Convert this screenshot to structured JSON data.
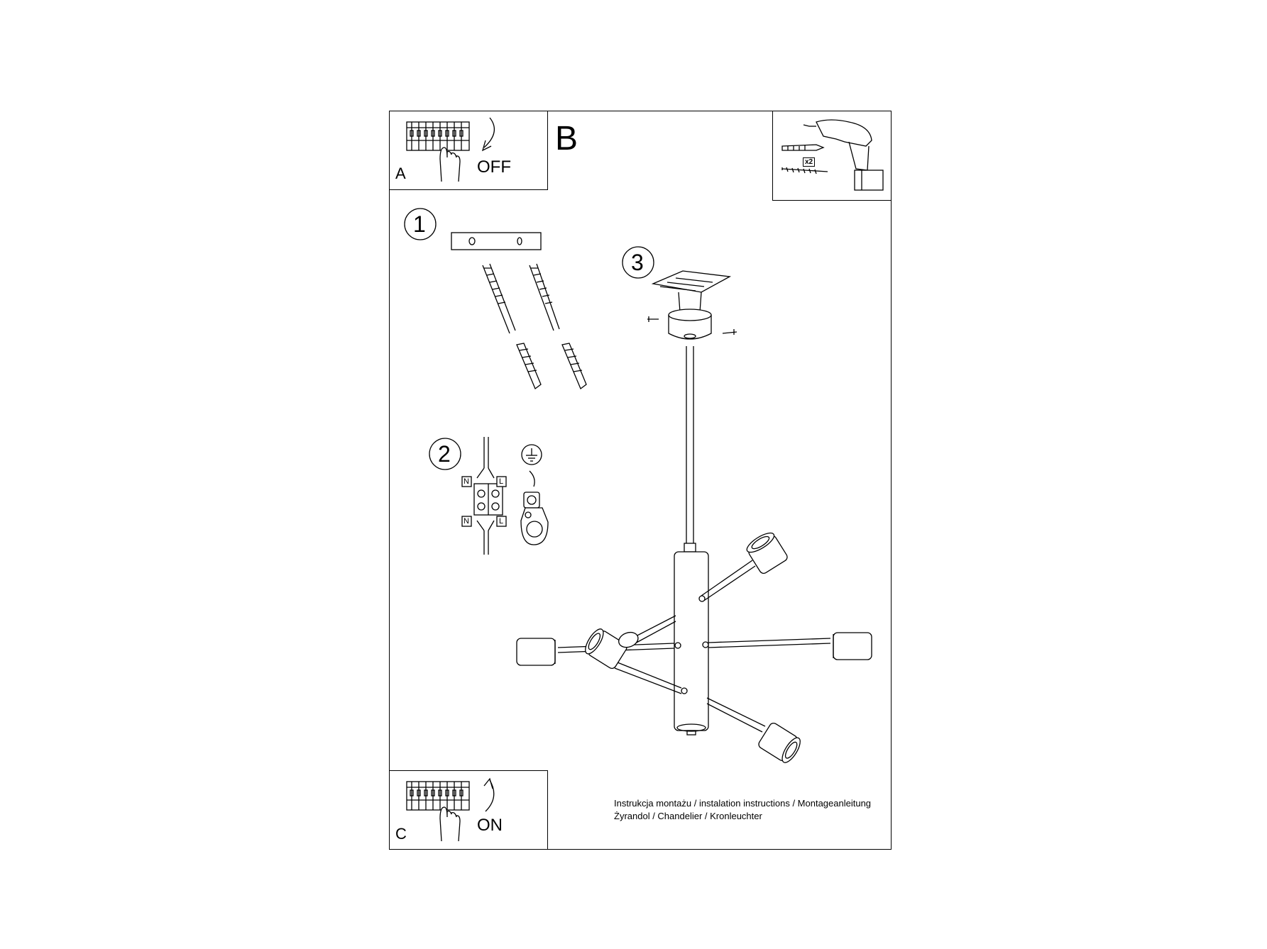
{
  "steps": {
    "a": {
      "letter": "A",
      "action": "OFF"
    },
    "b": {
      "letter": "B"
    },
    "c": {
      "letter": "C",
      "action": "ON"
    },
    "n1": "1",
    "n2": "2",
    "n3": "3"
  },
  "tools": {
    "quantity": "x2"
  },
  "wiring": {
    "n_top": "N",
    "l_top": "L",
    "n_bottom": "N",
    "l_bottom": "L"
  },
  "footer": {
    "line1": "Instrukcja montażu / instalation instructions / Montageanleitung",
    "line2": "Żyrandol / Chandelier / Kronleuchter"
  },
  "icons": [
    "breaker-panel-icon",
    "hand-icon",
    "arrow-icon",
    "drill-icon",
    "wall-plug-icon",
    "screw-icon",
    "ground-symbol-icon",
    "terminal-block-icon"
  ]
}
